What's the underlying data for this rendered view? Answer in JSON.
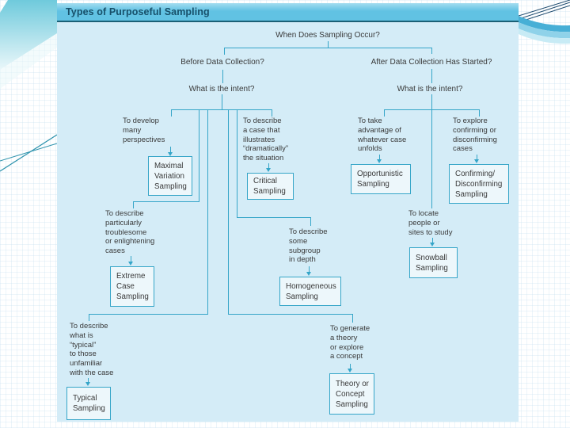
{
  "title_bar": {
    "title": "Types of Purposeful Sampling"
  },
  "diagram": {
    "root": "When Does Sampling Occur?",
    "left": {
      "question": "Before Data Collection?",
      "intent": "What is the intent?",
      "items": [
        {
          "purpose": "To develop\nmany\nperspectives",
          "method": "Maximal\nVariation\nSampling"
        },
        {
          "purpose": "To describe\na case that\nillustrates\n“dramatically”\nthe situation",
          "method": "Critical\nSampling"
        },
        {
          "purpose": "To describe\nparticularly\ntroublesome\nor enlightening\ncases",
          "method": "Extreme\nCase\nSampling"
        },
        {
          "purpose": "To describe\nsome\nsubgroup\nin depth",
          "method": "Homogeneous\nSampling"
        },
        {
          "purpose": "To describe\nwhat is\n“typical”\nto those\nunfamiliar\nwith the case",
          "method": "Typical\nSampling"
        },
        {
          "purpose": "To generate\na theory\nor explore\na concept",
          "method": "Theory or\nConcept\nSampling"
        }
      ]
    },
    "right": {
      "question": "After Data Collection Has Started?",
      "intent": "What is the intent?",
      "items": [
        {
          "purpose": "To take\nadvantage of\nwhatever case\nunfolds",
          "method": "Opportunistic\nSampling"
        },
        {
          "purpose": "To explore\nconfirming or\ndisconfirming\ncases",
          "method": "Confirming/\nDisconfirming\nSampling"
        },
        {
          "purpose": "To locate\npeople or\nsites to study",
          "method": "Snowball\nSampling"
        }
      ]
    }
  },
  "colors": {
    "panel": "#d4ecf7",
    "bar": "#61c2e3",
    "bar_light": "#a3dcf0",
    "bar_underline": "#1a6076",
    "title_text": "#17506a",
    "line": "#35a5c8",
    "box_fill": "#edf7fb",
    "text": "#3a3a3a",
    "wedge": "#6fcadc",
    "wedge_fade": "#eaf7fa",
    "wedge_line": "#2e93ad",
    "swoosh_dark": "#47afd6",
    "swoosh_mid": "#8fd2e9",
    "swoosh_light": "#c8ebf5",
    "pinstripe": "#1d4a6e"
  }
}
